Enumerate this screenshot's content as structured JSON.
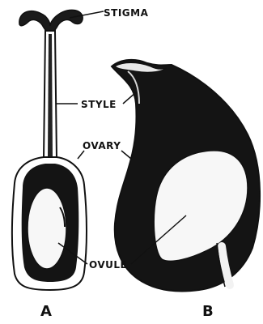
{
  "labels": {
    "stigma": "STIGMA",
    "style": "STYLE",
    "ovary": "OVARY",
    "ovule": "OVULE",
    "figure_a": "A",
    "figure_b": "B"
  },
  "colors": {
    "ink": "#111111",
    "paper": "#ffffff"
  }
}
